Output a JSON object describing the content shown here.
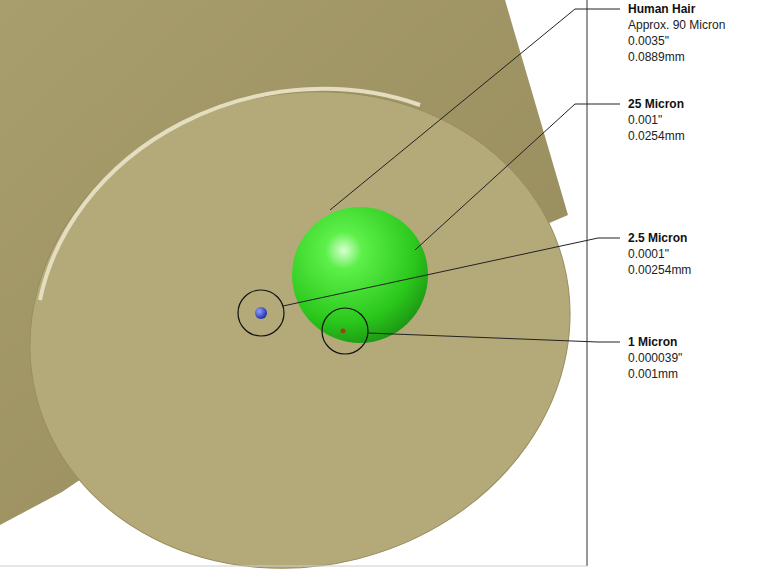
{
  "diagram": {
    "labels": [
      "Human Hair",
      "Approx. 90 Micron",
      "0.0035\"",
      "0.0889mm",
      "25 Micron",
      "0.001\"",
      "0.0254mm",
      "2.5 Micron",
      "0.0001\"",
      "0.00254mm",
      "1 Micron",
      "0.000039\"",
      "0.001mm"
    ]
  }
}
